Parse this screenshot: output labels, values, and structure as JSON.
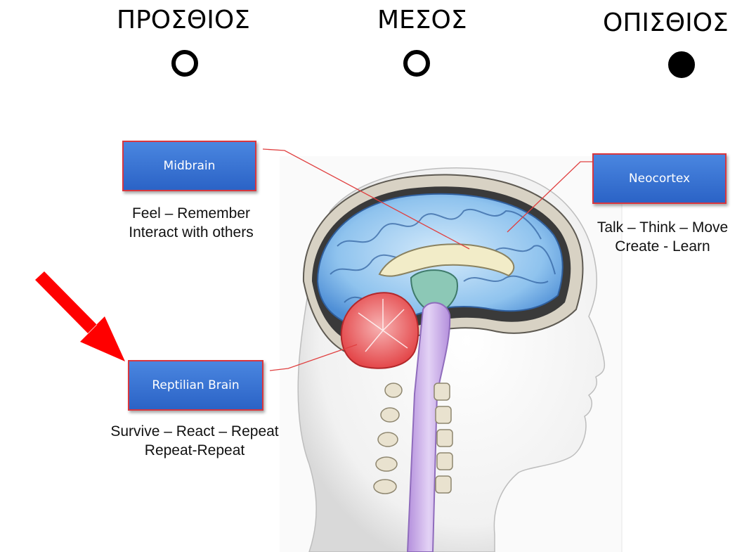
{
  "headers": {
    "anterior": "ΠΡΟΣΘΙΟΣ",
    "middle": "ΜΕΣΟΣ",
    "posterior": "ΟΠΙΣΘΙΟΣ"
  },
  "indicators": {
    "anterior": "empty",
    "middle": "empty",
    "posterior": "filled"
  },
  "labels": {
    "midbrain": {
      "title": "Midbrain",
      "line1": "Feel – Remember",
      "line2": "Interact with others"
    },
    "neocortex": {
      "title": "Neocortex",
      "line1": "Talk – Think – Move",
      "line2": "Create - Learn"
    },
    "reptilian": {
      "title": "Reptilian Brain",
      "line1": "Survive – React – Repeat",
      "line2": "Repeat-Repeat"
    }
  },
  "colors": {
    "box_fill": "#3a75d6",
    "box_border": "#d9363e",
    "leader_line": "#e04040",
    "arrow": "#ff0000",
    "neocortex": "#8fc3ee",
    "cerebellum": "#e8494b",
    "brainstem": "#c9a8e6"
  }
}
